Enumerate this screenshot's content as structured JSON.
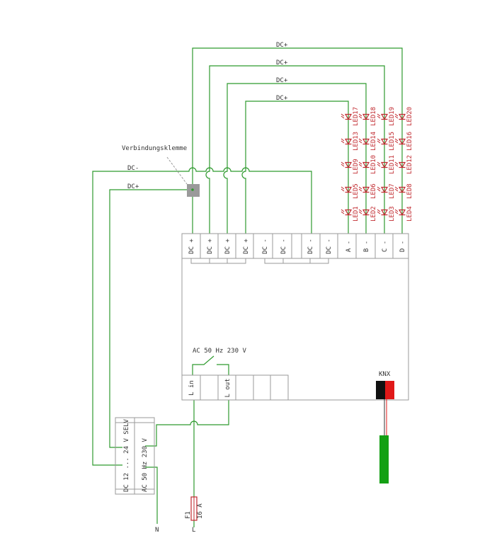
{
  "colors": {
    "wire": "#2e9a2e",
    "component": "#9a9a9a",
    "text": "#333333",
    "led": "#c0282e",
    "knx_black": "#111111",
    "knx_red": "#e01818",
    "knx_cable": "#14a014",
    "terminal_block": "#9a9a9a"
  },
  "labels": {
    "dc_plus": "DC+",
    "dc_minus": "DC-",
    "verbindungsklemme": "Verbindungsklemme",
    "ac_label": "AC 50 Hz 230 V",
    "knx": "KNX",
    "psu_dc": "DC 12 ... 24 V SELV",
    "psu_ac": "AC 50 Hz 230 V",
    "fuse_name": "F1",
    "fuse_rating": "16 A",
    "n": "N",
    "l": "L"
  },
  "terminals_top": [
    "DC +",
    "DC +",
    "DC +",
    "DC +",
    "DC -",
    "DC -",
    "DC -",
    "DC -",
    "A -",
    "B -",
    "C -",
    "D -"
  ],
  "terminals_bottom": [
    "L in",
    "",
    "L out",
    "",
    "",
    ""
  ],
  "leds": [
    [
      "LED17",
      "LED18",
      "LED19",
      "LED20"
    ],
    [
      "LED13",
      "LED14",
      "LED15",
      "LED16"
    ],
    [
      "LED9",
      "LED10",
      "LED11",
      "LED12"
    ],
    [
      "LED5",
      "LED6",
      "LED7",
      "LED8"
    ],
    [
      "LED1",
      "LED2",
      "LED3",
      "LED4"
    ]
  ]
}
